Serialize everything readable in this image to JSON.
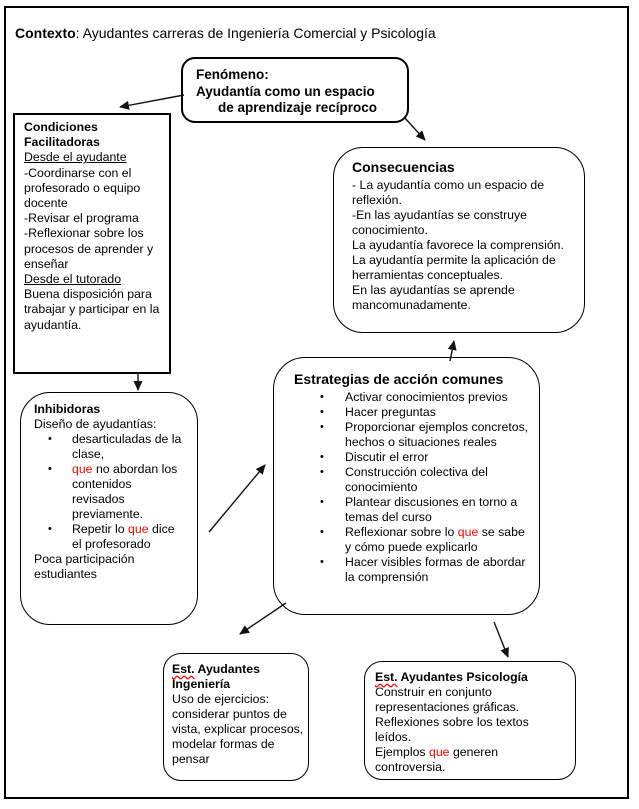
{
  "colors": {
    "accent_red": "#ff0000",
    "line": "#000000",
    "background": "#ffffff"
  },
  "context": {
    "bold": "Contexto",
    "rest": ": Ayudantes carreras de Ingeniería Comercial y Psicología"
  },
  "fenomeno": {
    "paras": [
      {
        "runs": [
          {
            "t": "Fenómeno:"
          }
        ]
      },
      {
        "runs": [
          {
            "t": "Ayudantía como un espacio"
          }
        ]
      },
      {
        "style": "center",
        "runs": [
          {
            "t": "de aprendizaje recíproco"
          }
        ]
      }
    ]
  },
  "condiciones": {
    "paras": [
      {
        "style": "bold",
        "runs": [
          {
            "t": "Condiciones"
          }
        ]
      },
      {
        "style": "bold",
        "runs": [
          {
            "t": "Facilitadoras"
          }
        ]
      },
      {
        "style": "underline",
        "runs": [
          {
            "t": "Desde el ayudante"
          }
        ]
      },
      {
        "runs": [
          {
            "t": "-Coordinarse con el profesorado o equipo docente"
          }
        ]
      },
      {
        "runs": [
          {
            "t": "-Revisar el programa"
          }
        ]
      },
      {
        "runs": [
          {
            "t": "-Reflexionar sobre los procesos de aprender y enseñar"
          }
        ]
      },
      {
        "style": "underline",
        "runs": [
          {
            "t": "Desde el tutorado"
          }
        ]
      },
      {
        "runs": [
          {
            "t": "Buena disposición para trabajar y participar en la ayudantía."
          }
        ]
      }
    ]
  },
  "consecuencias": {
    "title": "Consecuencias",
    "paras": [
      {
        "runs": [
          {
            "t": "- La ayudantía como un espacio de reflexión."
          }
        ]
      },
      {
        "runs": [
          {
            "t": "-En las ayudantías se construye conocimiento."
          }
        ]
      },
      {
        "runs": [
          {
            "t": "La ayudantía favorece la comprensión."
          }
        ]
      },
      {
        "runs": [
          {
            "t": "La ayudantía permite la aplicación de herramientas conceptuales."
          }
        ]
      },
      {
        "runs": [
          {
            "t": "En las ayudantías se aprende mancomunadamente."
          }
        ]
      }
    ]
  },
  "inhibidoras": {
    "title": "Inhibidoras",
    "intro": "Diseño de ayudantías:",
    "bullets": [
      [
        {
          "t": "desarticuladas de la clase,"
        }
      ],
      [
        {
          "t": " "
        },
        {
          "t": "que",
          "red": true
        },
        {
          "t": " no abordan los contenidos revisados previamente."
        }
      ],
      [
        {
          "t": "Repetir lo "
        },
        {
          "t": "que",
          "red": true
        },
        {
          "t": " dice el profesorado"
        }
      ]
    ],
    "outro": "Poca participación estudiantes"
  },
  "estrategias": {
    "title": "Estrategias de acción comunes",
    "bullets": [
      [
        {
          "t": "Activar conocimientos previos"
        }
      ],
      [
        {
          "t": "Hacer preguntas"
        }
      ],
      [
        {
          "t": "Proporcionar ejemplos concretos, hechos o situaciones reales"
        }
      ],
      [
        {
          "t": "Discutir el error"
        }
      ],
      [
        {
          "t": "Construcción colectiva del conocimiento"
        }
      ],
      [
        {
          "t": "Plantear discusiones en torno a temas del curso"
        }
      ],
      [
        {
          "t": "Reflexionar sobre lo "
        },
        {
          "t": "que",
          "red": true
        },
        {
          "t": " se sabe y cómo puede explicarlo"
        }
      ],
      [
        {
          "t": "Hacer visibles formas de abordar la comprensión"
        }
      ]
    ]
  },
  "ingenieria": {
    "title_runs": [
      {
        "t": "Est.",
        "wavy": true
      },
      {
        "t": " Ayudantes Ingeniería"
      }
    ],
    "paras": [
      {
        "runs": [
          {
            "t": "Uso de ejercicios: considerar puntos de vista, explicar procesos, modelar formas de pensar"
          }
        ]
      }
    ]
  },
  "psicologia": {
    "title_runs": [
      {
        "t": "Est.",
        "wavy": true
      },
      {
        "t": " Ayudantes Psicología"
      }
    ],
    "paras": [
      {
        "runs": [
          {
            "t": "Construir en conjunto representaciones gráficas."
          }
        ]
      },
      {
        "runs": [
          {
            "t": "Reflexiones sobre los textos leídos."
          }
        ]
      },
      {
        "runs": [
          {
            "t": "Ejemplos "
          },
          {
            "t": "que",
            "red": true
          },
          {
            "t": " generen controversia."
          }
        ]
      }
    ]
  },
  "edges": [
    {
      "from": "fenomeno",
      "to": "condiciones"
    },
    {
      "from": "fenomeno",
      "to": "consecuencias"
    },
    {
      "from": "condiciones",
      "to": "inhibidoras"
    },
    {
      "from": "inhibidoras",
      "to": "estrategias"
    },
    {
      "from": "estrategias",
      "to": "consecuencias"
    },
    {
      "from": "estrategias",
      "to": "ingenieria"
    },
    {
      "from": "estrategias",
      "to": "psicologia"
    }
  ]
}
